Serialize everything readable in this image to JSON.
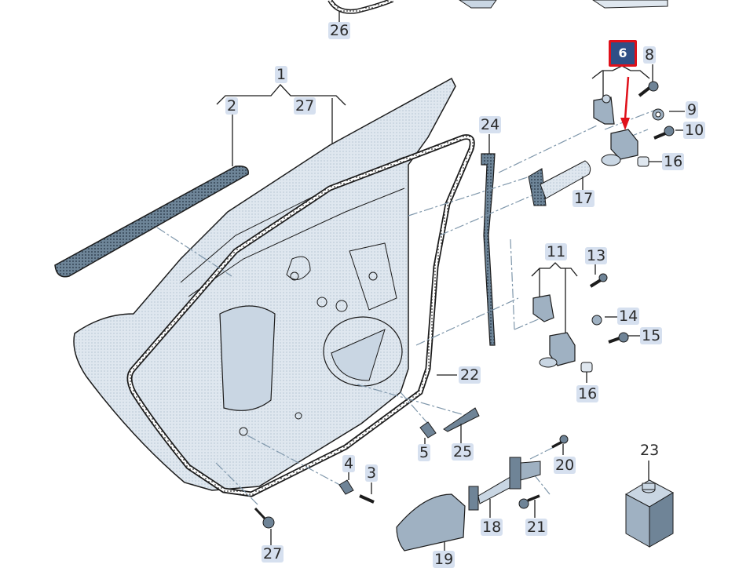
{
  "diagram": {
    "title_hidden": "",
    "selected_part": "6",
    "colors": {
      "label_bg": "#d6e0ef",
      "selected_bg": "#2f4f86",
      "selected_border": "#e0101a",
      "arrow": "#e0101a",
      "part_fill": "#c9d6e3",
      "part_dark": "#6f8497",
      "line": "#1c1c1c",
      "leader_dash": "#7f97ab"
    },
    "callouts": {
      "c26": "26",
      "c6": "6",
      "c8": "8",
      "c1": "1",
      "c2": "2",
      "c27a": "27",
      "c9": "9",
      "c10": "10",
      "c16a": "16",
      "c24": "24",
      "c17": "17",
      "c11": "11",
      "c13": "13",
      "c14": "14",
      "c15": "15",
      "c16b": "16",
      "c22": "22",
      "c23": "23",
      "c5": "5",
      "c25": "25",
      "c20": "20",
      "c4": "4",
      "c3": "3",
      "c18": "18",
      "c21": "21",
      "c27b": "27",
      "c19": "19"
    }
  }
}
